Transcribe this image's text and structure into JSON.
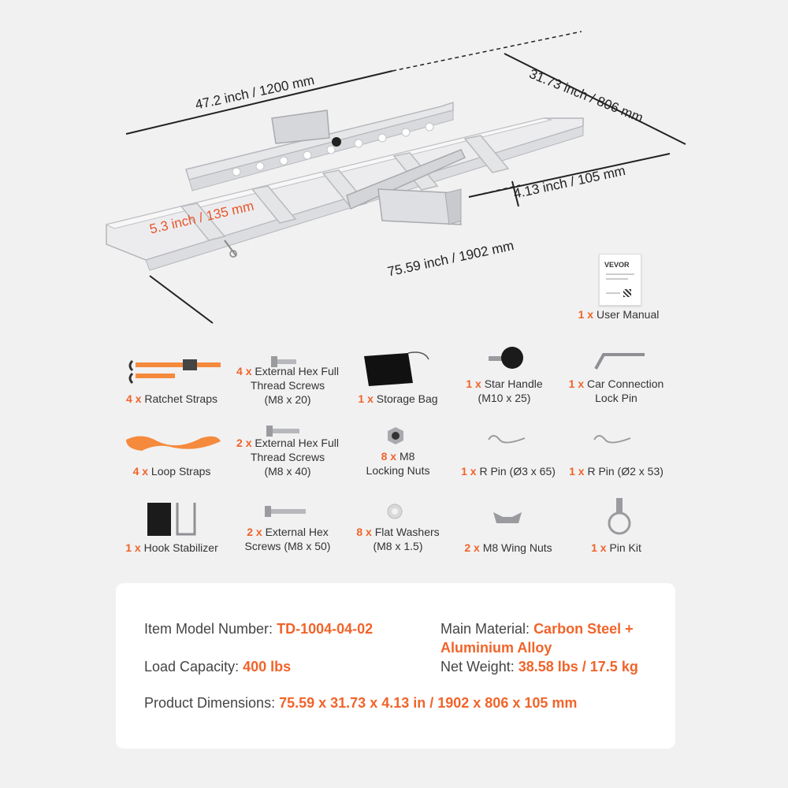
{
  "dimensions": {
    "length_top": "47.2 inch / 1200 mm",
    "width": "31.73 inch / 806 mm",
    "height_box": "4.13 inch / 105 mm",
    "rail_height": "5.3 inch / 135 mm",
    "length_total": "75.59 inch / 1902 mm"
  },
  "manual": {
    "brand": "VEVOR",
    "qty": "1 x",
    "label": "User Manual"
  },
  "parts": [
    {
      "qty": "4 x",
      "label": "Ratchet Straps",
      "icon": "ratchet-strap-icon"
    },
    {
      "qty": "4 x",
      "label": "External Hex Full Thread Screws (M8 x 20)",
      "line1": "External Hex Full",
      "line2": "Thread Screws",
      "line3": "(M8 x 20)",
      "icon": "hex-screw-icon"
    },
    {
      "qty": "1 x",
      "label": "Storage Bag",
      "icon": "storage-bag-icon"
    },
    {
      "qty": "1 x",
      "label": "Star Handle",
      "line2": "(M10 x 25)",
      "icon": "star-handle-icon"
    },
    {
      "qty": "1 x",
      "label": "Car Connection",
      "line2": "Lock Pin",
      "icon": "lock-pin-icon"
    },
    {
      "qty": "4 x",
      "label": "Loop Straps",
      "icon": "loop-strap-icon"
    },
    {
      "qty": "2 x",
      "line1": "External Hex Full",
      "line2": "Thread Screws",
      "line3": "(M8 x 40)",
      "icon": "hex-screw-long-icon"
    },
    {
      "qty": "8 x",
      "line1": "M8",
      "line2": "Locking Nuts",
      "icon": "locking-nut-icon"
    },
    {
      "qty": "1 x",
      "label": "R Pin (Ø3 x 65)",
      "icon": "r-pin-icon"
    },
    {
      "qty": "1 x",
      "label": "R Pin (Ø2 x 53)",
      "icon": "r-pin-small-icon"
    },
    {
      "qty": "1 x",
      "label": "Hook Stabilizer",
      "icon": "hook-stabilizer-icon"
    },
    {
      "qty": "2 x",
      "line1": "External Hex",
      "line2": "Screws (M8 x 50)",
      "icon": "hex-screw-50-icon"
    },
    {
      "qty": "8 x",
      "line1": "Flat Washers",
      "line2": "(M8 x 1.5)",
      "icon": "flat-washer-icon"
    },
    {
      "qty": "2 x",
      "label": "M8 Wing Nuts",
      "icon": "wing-nut-icon"
    },
    {
      "qty": "1 x",
      "label": "Pin Kit",
      "icon": "pin-kit-icon"
    }
  ],
  "specs": {
    "model_label": "Item Model Number:",
    "model_value": "TD-1004-04-02",
    "material_label": "Main Material:",
    "material_value_1": "Carbon Steel +",
    "material_value_2": "Aluminium Alloy",
    "capacity_label": "Load Capacity:",
    "capacity_value": "400 lbs",
    "weight_label": "Net Weight:",
    "weight_value": "38.58 lbs / 17.5 kg",
    "dimensions_label": "Product Dimensions:",
    "dimensions_value": "75.59 x 31.73 x 4.13 in  / 1902 x 806 x 105 mm"
  },
  "colors": {
    "accent": "#f0642a",
    "strap": "#f58a3c",
    "background": "#f1f1f2"
  }
}
